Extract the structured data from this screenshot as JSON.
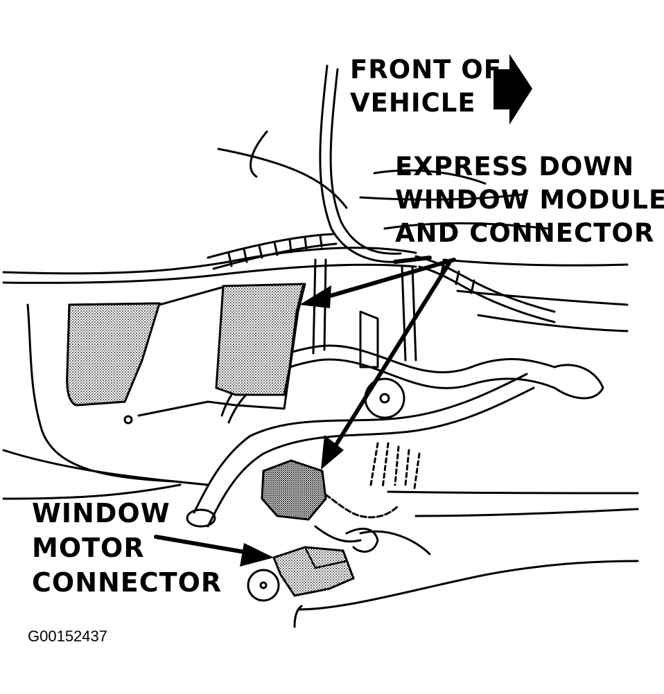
{
  "diagram": {
    "labels": {
      "front_of_vehicle": [
        "FRONT OF",
        "VEHICLE"
      ],
      "express_down": [
        "EXPRESS DOWN",
        "WINDOW MODULE",
        "AND CONNECTOR"
      ],
      "window_motor": [
        "WINDOW",
        "MOTOR",
        "CONNECTOR"
      ]
    },
    "figure_id": "G00152437",
    "colors": {
      "ink": "#000000",
      "paper": "#ffffff",
      "stipple": "#b8b8b8"
    }
  }
}
